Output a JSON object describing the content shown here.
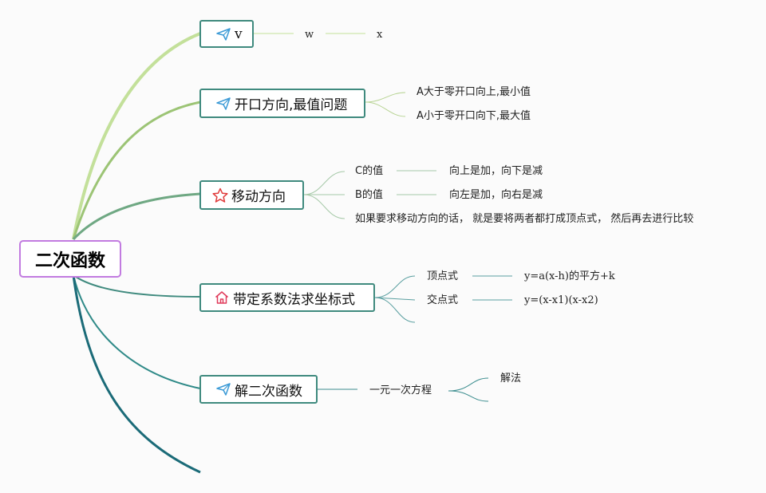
{
  "root": {
    "label": "二次函数"
  },
  "branches": [
    {
      "label": "v",
      "icon": "paper-plane-icon",
      "children": [
        {
          "label": "w",
          "children": [
            {
              "label": "x"
            }
          ]
        }
      ]
    },
    {
      "label": "开口方向,最值问题",
      "icon": "paper-plane-icon",
      "children": [
        {
          "label": "A大于零开口向上,最小值"
        },
        {
          "label": "A小于零开口向下,最大值"
        }
      ]
    },
    {
      "label": "移动方向",
      "icon": "star-icon",
      "children": [
        {
          "label": "C的值",
          "children": [
            {
              "label": "向上是加，向下是减"
            }
          ]
        },
        {
          "label": "B的值",
          "children": [
            {
              "label": "向左是加，向右是减"
            }
          ]
        },
        {
          "label": "如果要求移动方向的话， 就是要将两者都打成顶点式， 然后再去进行比较"
        }
      ]
    },
    {
      "label": "带定系数法求坐标式",
      "icon": "home-icon",
      "children": [
        {
          "label": "顶点式",
          "children": [
            {
              "label": "y=a(x-h)的平方+k"
            }
          ]
        },
        {
          "label": "交点式",
          "children": [
            {
              "label": "y=(x-x1)(x-x2)"
            }
          ]
        },
        {
          "label": ""
        }
      ]
    },
    {
      "label": "解二次函数",
      "icon": "paper-plane-icon",
      "children": [
        {
          "label": "一元一次方程",
          "children": [
            {
              "label": "解法"
            },
            {
              "label": ""
            }
          ]
        }
      ]
    }
  ],
  "colors": {
    "branch1": "#c3e09a",
    "branch2": "#9cc475",
    "branch3": "#6fa883",
    "branch4": "#3f8a7e",
    "branch5": "#2f8a88",
    "branch6": "#1b6b78",
    "plane": "#3b9ad6",
    "star": "#e03a3a",
    "home": "#e03a5a",
    "root_border": "#c27be0"
  }
}
